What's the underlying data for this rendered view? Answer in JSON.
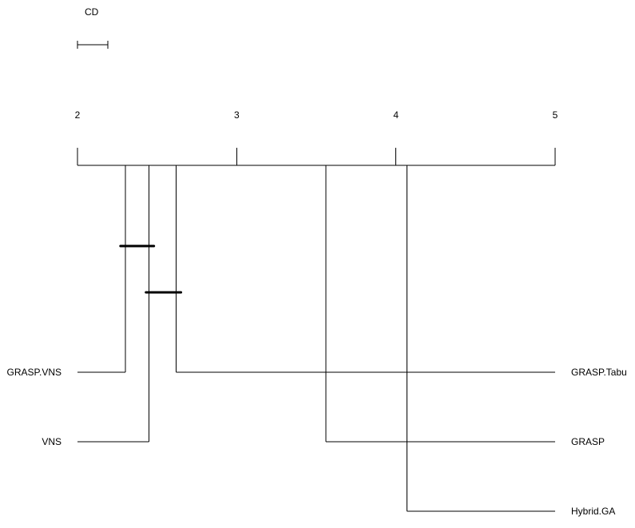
{
  "chart_data": {
    "type": "critical-difference-diagram",
    "cd_label": "CD",
    "cd_value": 0.19,
    "axis": {
      "min": 2,
      "max": 5,
      "ticks": [
        "2",
        "3",
        "4",
        "5"
      ]
    },
    "methods": [
      {
        "name": "GRASP.VNS",
        "rank": 2.3,
        "side": "left"
      },
      {
        "name": "VNS",
        "rank": 2.45,
        "side": "left"
      },
      {
        "name": "GRASP.Tabu",
        "rank": 2.62,
        "side": "right"
      },
      {
        "name": "GRASP",
        "rank": 3.56,
        "side": "right"
      },
      {
        "name": "Hybrid.GA",
        "rank": 4.07,
        "side": "right"
      }
    ],
    "groups": [
      {
        "from": 2.27,
        "to": 2.48
      },
      {
        "from": 2.43,
        "to": 2.65
      }
    ]
  }
}
